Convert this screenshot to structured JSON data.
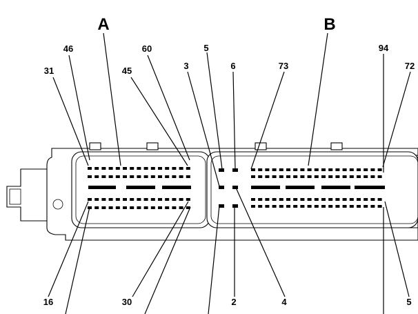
{
  "connectors": {
    "a": {
      "letter": "A"
    },
    "b": {
      "letter": "B"
    }
  },
  "pin_labels": {
    "a_top_31": "31",
    "a_top_46": "46",
    "a_top_45": "45",
    "a_top_60": "60",
    "mid_top_3": "3",
    "mid_top_5": "5",
    "mid_top_6": "6",
    "b_top_73": "73",
    "b_top_94": "94",
    "b_top_72": "72",
    "a_bottom_16": "16",
    "a_bottom_30": "30",
    "mid_bottom_2": "2",
    "mid_bottom_4": "4",
    "b_bottom_5": "5"
  }
}
